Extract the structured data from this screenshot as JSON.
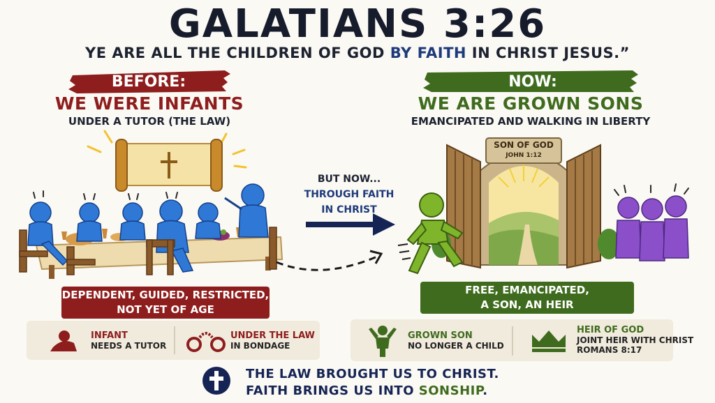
{
  "header": {
    "title": "GALATIANS 3:26",
    "verse_pre": "YE ARE ALL THE CHILDREN OF GOD ",
    "verse_hl": "BY FAITH",
    "verse_post": " IN CHRIST JESUS.”"
  },
  "before": {
    "banner": "BEFORE:",
    "heading": "WE WERE INFANTS",
    "sub": "UNDER A TUTOR (THE LAW)",
    "box_line1": "DEPENDENT, GUIDED, RESTRICTED,",
    "box_line2": "NOT YET OF AGE",
    "card": {
      "item1_title": "INFANT",
      "item1_sub": "NEEDS A TUTOR",
      "item2_title": "UNDER THE LAW",
      "item2_sub": "IN BONDAGE"
    }
  },
  "middle": {
    "line1": "BUT NOW...",
    "line2": "THROUGH FAITH",
    "line3": "IN CHRIST"
  },
  "now": {
    "banner": "NOW:",
    "heading": "WE ARE GROWN SONS",
    "sub": "EMANCIPATED AND WALKING IN LIBERTY",
    "gate_sign1": "SON OF GOD",
    "gate_sign2": "JOHN 1:12",
    "box_line1": "FREE, EMANCIPATED,",
    "box_line2": "A SON, AN HEIR",
    "card": {
      "item1_title": "GROWN SON",
      "item1_sub": "NO LONGER A CHILD",
      "item2_title": "HEIR OF GOD",
      "item2_sub": "JOINT HEIR WITH CHRIST",
      "item2_sub2": "ROMANS 8:17"
    }
  },
  "footer": {
    "line1": "THE LAW BROUGHT US TO CHRIST.",
    "line2_pre": "FAITH BRINGS US INTO ",
    "line2_hl": "SONSHIP",
    "line2_post": "."
  },
  "colors": {
    "before_red": "#8e1d1d",
    "now_green": "#3f6b1e",
    "navy": "#152454",
    "figure_blue": "#2f78d6",
    "son_green": "#7fb52a",
    "purple": "#8a4fc9"
  }
}
